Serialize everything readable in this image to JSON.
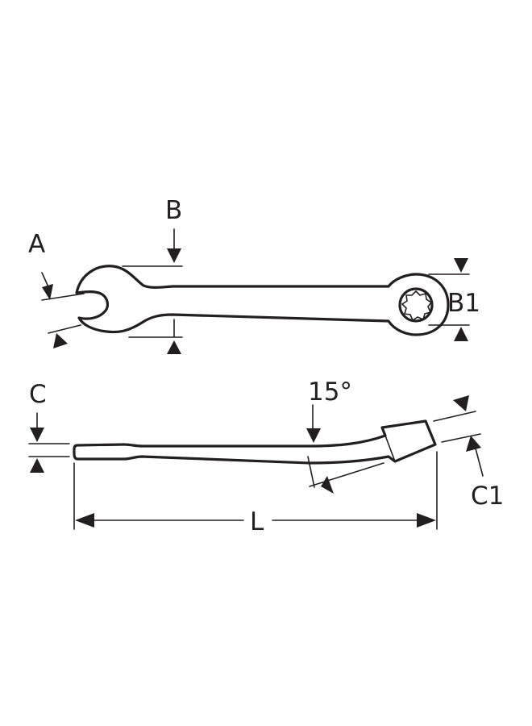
{
  "labels": {
    "A": "A",
    "B": "B",
    "B1": "B1",
    "C": "C",
    "C1": "C1",
    "L": "L",
    "angle": "15°"
  },
  "colors": {
    "ink": "#231f20",
    "background": "#ffffff"
  }
}
